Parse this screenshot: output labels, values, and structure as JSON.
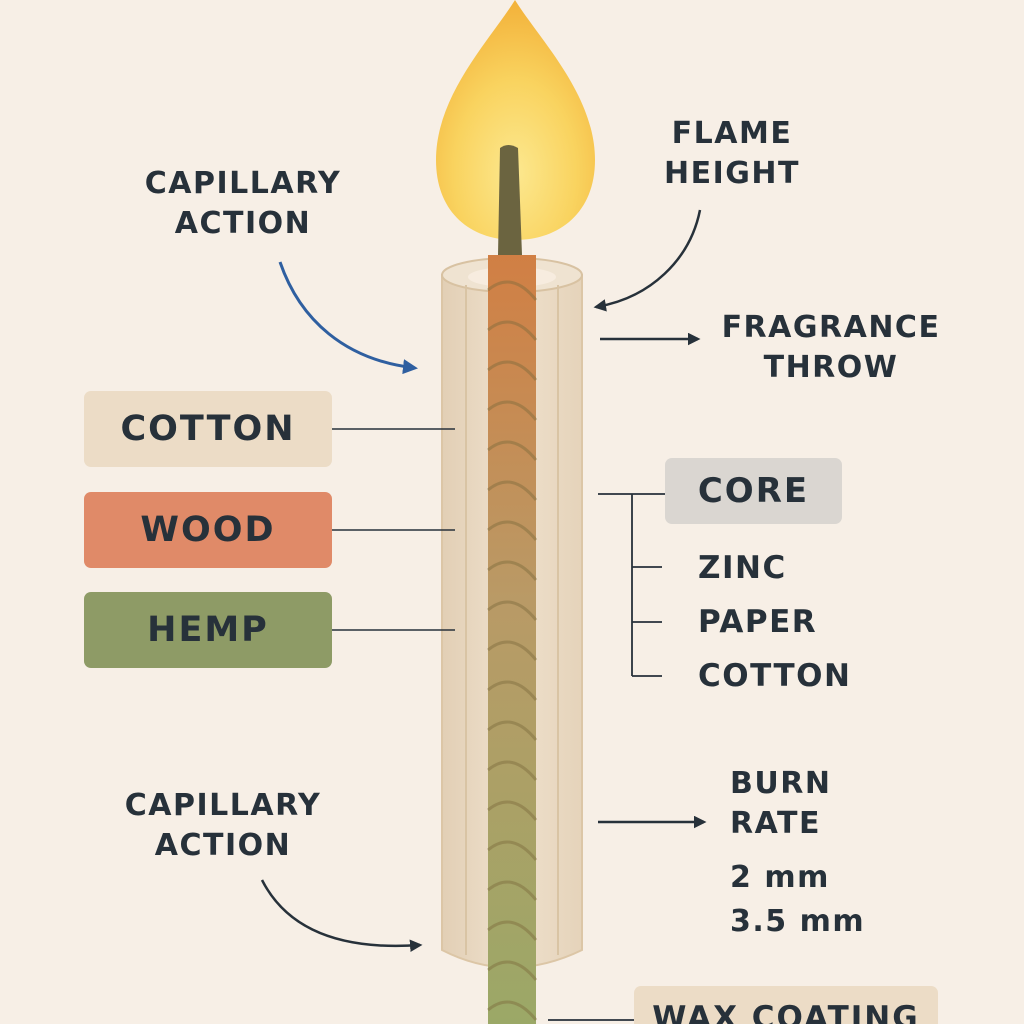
{
  "labels": {
    "capillary_top": "CAPILLARY\nACTION",
    "flame_height": "FLAME\nHEIGHT",
    "fragrance_throw": "FRAGRANCE\nTHROW",
    "capillary_bottom": "CAPILLARY\nACTION",
    "burn_rate": "BURN\nRATE",
    "burn_value_1": "2 mm",
    "burn_value_2": "3.5 mm"
  },
  "materials": [
    {
      "name": "COTTON",
      "color": "#ecdcc6"
    },
    {
      "name": "WOOD",
      "color": "#e08a68"
    },
    {
      "name": "HEMP",
      "color": "#8e9b66"
    }
  ],
  "core": {
    "title": "CORE",
    "color": "#dad6d1",
    "items": [
      "ZINC",
      "PAPER",
      "COTTON"
    ]
  },
  "wax_coating": {
    "text": "WAX COATING",
    "color": "#ecdcc6"
  },
  "colors": {
    "flame_outer": "#f6bb45",
    "flame_inner": "#fbe07d",
    "candle_body": "#ecdcc7",
    "wick_top": "#d17f44",
    "wick_bottom": "#9ba867",
    "arrow_blue": "#2f5fa0",
    "line": "#27313a"
  }
}
